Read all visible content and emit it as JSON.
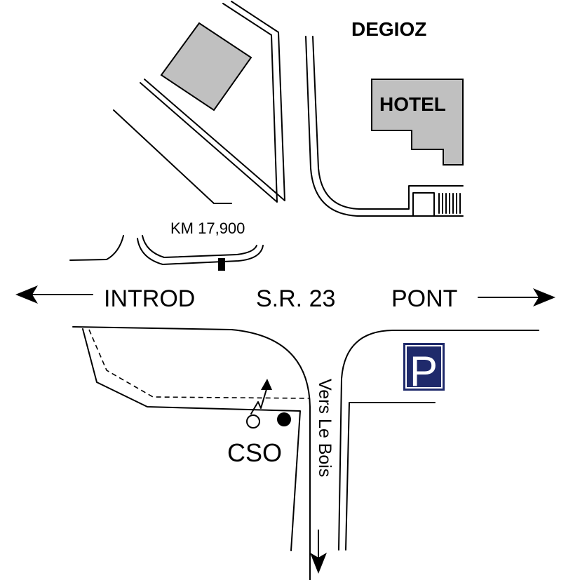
{
  "labels": {
    "degioz": "DEGIOZ",
    "hotel": "HOTEL",
    "km": "KM 17,900",
    "introd": "INTROD",
    "road": "S.R. 23",
    "pont": "PONT",
    "vers_le_bois": "Vers Le Bois",
    "cso": "CSO",
    "parking": "P"
  },
  "colors": {
    "building": "#c0c0c0",
    "parking_bg": "#1f2a6b",
    "parking_fg": "#ffffff"
  },
  "icons": [
    "parking-sign-icon",
    "arrow-left-icon",
    "arrow-right-icon",
    "arrow-down-icon",
    "bicycle-icon",
    "open-circle-icon",
    "filled-circle-icon"
  ]
}
